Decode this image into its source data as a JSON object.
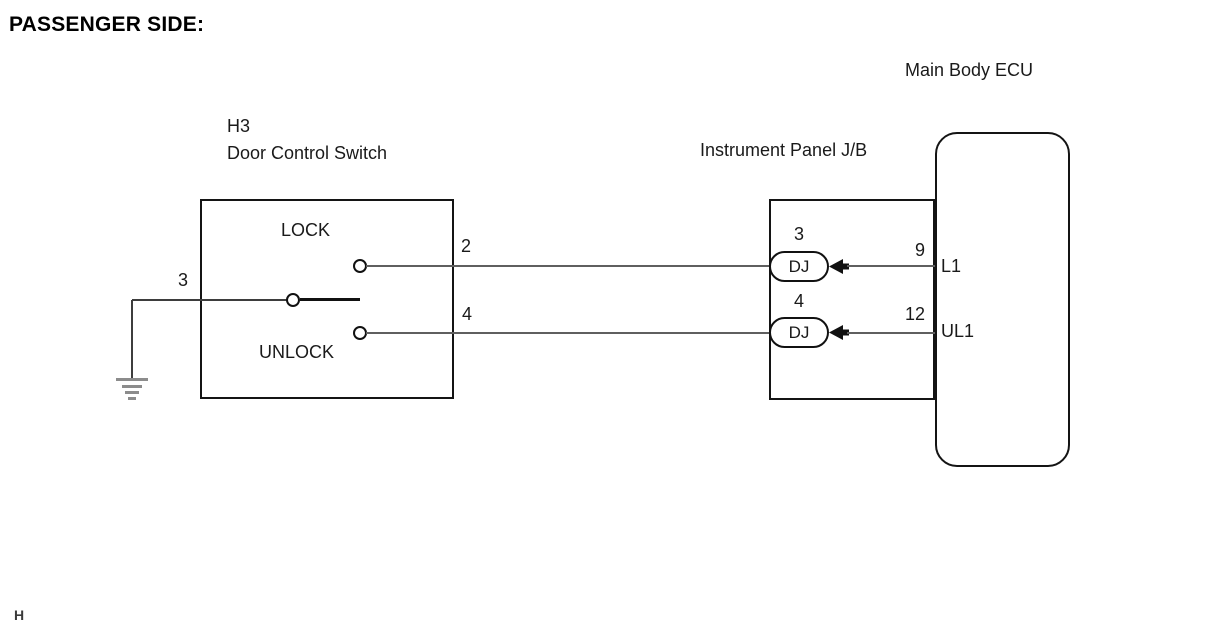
{
  "title": "PASSENGER SIDE:",
  "footer_mark": "H",
  "ecu": {
    "label": "Main Body ECU",
    "pins": [
      {
        "number": "9",
        "name": "L1"
      },
      {
        "number": "12",
        "name": "UL1"
      }
    ]
  },
  "junction_box": {
    "label": "Instrument Panel J/B",
    "connectors": [
      {
        "pin": "3",
        "code": "DJ"
      },
      {
        "pin": "4",
        "code": "DJ"
      }
    ]
  },
  "door_switch": {
    "connector_id": "H3",
    "name": "Door Control Switch",
    "lock_label": "LOCK",
    "unlock_label": "UNLOCK",
    "pin_ground": "3",
    "pin_lock": "2",
    "pin_unlock": "4"
  },
  "colors": {
    "wire": "#5f5f5f",
    "outline": "#141414",
    "ground": "#8c8c8c",
    "text": "#1a1a1a",
    "background": "#ffffff"
  }
}
